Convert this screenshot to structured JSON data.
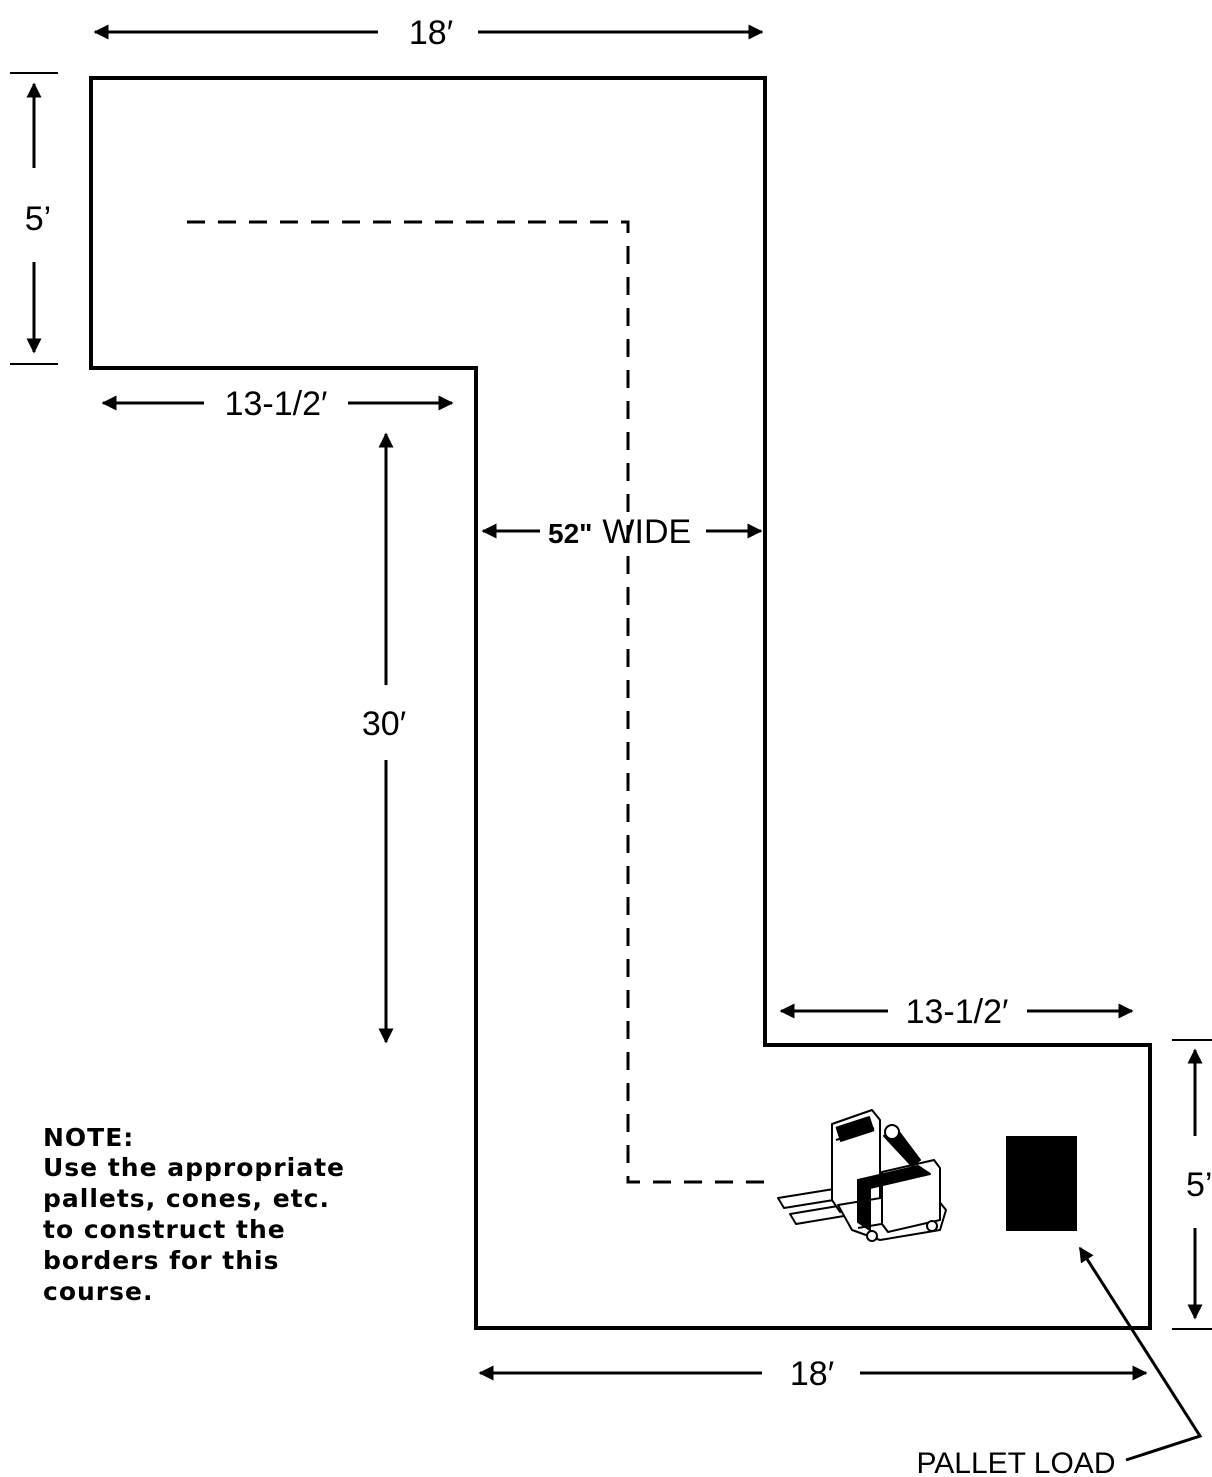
{
  "dimensions": {
    "top_width": "18′",
    "top_left_height": "5’",
    "upper_inner_width": "13-1/2′",
    "lane_length": "30′",
    "lane_width_number": "52\"",
    "lane_width_word": "WIDE",
    "lower_inner_width": "13-1/2′",
    "bottom_right_height": "5’",
    "bottom_width": "18′"
  },
  "note": {
    "heading": "NOTE:",
    "lines": [
      "Use the appropriate",
      "pallets, cones, etc.",
      "to construct the",
      "borders for this",
      "course."
    ]
  },
  "labels": {
    "pallet_load": "PALLET LOAD"
  },
  "colors": {
    "line": "#000000",
    "background": "#ffffff"
  }
}
